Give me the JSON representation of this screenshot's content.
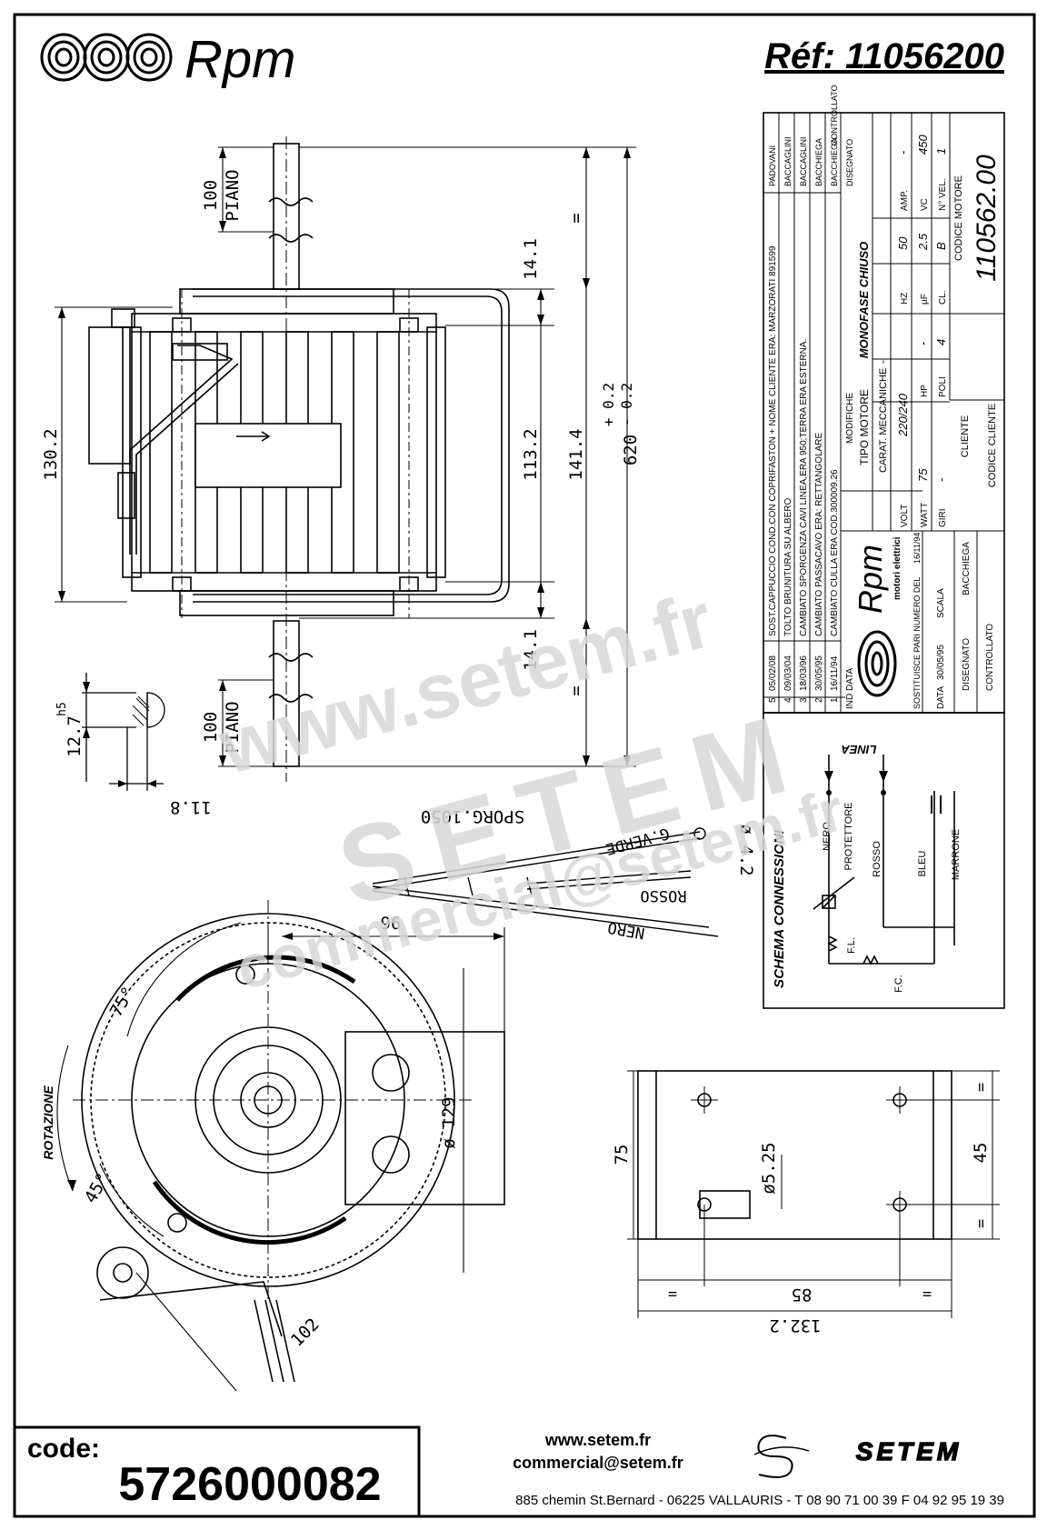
{
  "header": {
    "brand": "Rpm",
    "reference": "Réf:  11056200"
  },
  "drawing": {
    "dim_piano_top": "100",
    "piano_label": "PIANO",
    "dim_14_1": "14.1",
    "dim_113_2": "113.2",
    "dim_141_4": "141.4",
    "dim_620": "620",
    "tol_plus": "+ 0.2",
    "tol_minus": "- 0.2",
    "dim_130_2": "130.2",
    "equal": "=",
    "shaft_dia": "12.7",
    "shaft_tol": "h5",
    "shaft_flat": "11.8",
    "sporg": "SPORG.1050",
    "wire_gverde": "G.VERDE",
    "wire_rosso": "ROSSO",
    "wire_nero": "NERO",
    "dim_4_2": "ø 4.2",
    "dim_96": "96",
    "dim_129": "ø 129",
    "dim_102": "102",
    "angle_75": "75°",
    "angle_45": "45°",
    "rotazione": "ROTAZIONE",
    "bracket_75": "75",
    "bracket_45": "45",
    "bracket_85": "85",
    "bracket_132_2": "132.2",
    "hole_dia": "ø5.25"
  },
  "title_block": {
    "revisions": [
      {
        "n": "5",
        "date": "05/02/08",
        "text": "SOST.CAPPUCCIO COND.CON COPRIFASTON + NOME CLIENTE ERA: MARZORATI 891599",
        "who": "PADOVANI"
      },
      {
        "n": "4",
        "date": "09/03/04",
        "text": "TOLTO BRUNITURA SU ALBERO",
        "who": "BACCAGLINI"
      },
      {
        "n": "3",
        "date": "18/03/96",
        "text": "CAMBIATO SPORGENZA CAVI LINEA,ERA 950;TERRA ERA ESTERNA.",
        "who": "BACCAGLINI"
      },
      {
        "n": "2",
        "date": "30/05/95",
        "text": "CAMBIATO PASSACAVO ERA: RETTANGOLARE",
        "who": "BACCHIEGA"
      },
      {
        "n": "1",
        "date": "16/11/94",
        "text": "CAMBIATO CULLA ERA COD.300009.26",
        "who": "BACCHIEGA"
      }
    ],
    "hdr_ind": "IND",
    "hdr_data": "DATA",
    "hdr_modifiche": "MODIFICHE",
    "hdr_disegnato": "DISEGNATO",
    "hdr_controllato": "CONTROLLATO",
    "tipo_motore_label": "TIPO MOTORE",
    "tipo_motore": "MONOFASE CHIUSO",
    "carat_label": "CARAT. MECCANICHE",
    "carat_value": "-",
    "volt_label": "VOLT",
    "volt": "220/240",
    "hz_label": "HZ",
    "hz": "50",
    "amp_label": "AMP.",
    "amp": "-",
    "watt_label": "WATT",
    "watt": "75",
    "hp_label": "HP",
    "hp": "-",
    "uf_label": "µF",
    "uf": "2.5",
    "vc_label": "VC",
    "vc": "450",
    "giri_label": "GIRI",
    "giri": "-",
    "poli_label": "POLI",
    "poli": "4",
    "cl_label": "CL.",
    "cl": "B",
    "nvel_label": "N° VEL.",
    "nvel": "1",
    "cliente_label": "CLIENTE",
    "codice_motore_label": "CODICE MOTORE",
    "codice_motore": "110562.00",
    "codice_cliente_label": "CODICE CLIENTE",
    "company": "Rpm",
    "company_sub": "motori elettrici",
    "sostituisce": "SOSTITUISCE PARI NUMERO DEL",
    "sostituisce_date": "16/11/94",
    "data_label": "DATA",
    "data_value": "30/05/95",
    "scala_label": "SCALA",
    "disegnato_label": "DISEGNATO",
    "disegnato_value": "BACCHIEGA",
    "controllato_label": "CONTROLLATO"
  },
  "schema": {
    "title": "SCHEMA CONNESSIONI",
    "linea": "LINEA",
    "nero": "NERO",
    "protettore": "PROTETTORE",
    "rosso": "ROSSO",
    "bleu": "BLEU",
    "marrone": "MARRONE",
    "fl": "F.L.",
    "fc": "F.C."
  },
  "watermark": {
    "site": "www.setem.fr",
    "brand": "SETEM",
    "email": "commercial@setem.fr"
  },
  "footer": {
    "code_label": "code:",
    "code": "5726000082",
    "site": "www.setem.fr",
    "email": "commercial@setem.fr",
    "setem_logo": "SETEM",
    "address": "885 chemin St.Bernard  -  06225 VALLAURIS  -  T 08 90 71 00 39   F 04 92 95 19 39"
  }
}
